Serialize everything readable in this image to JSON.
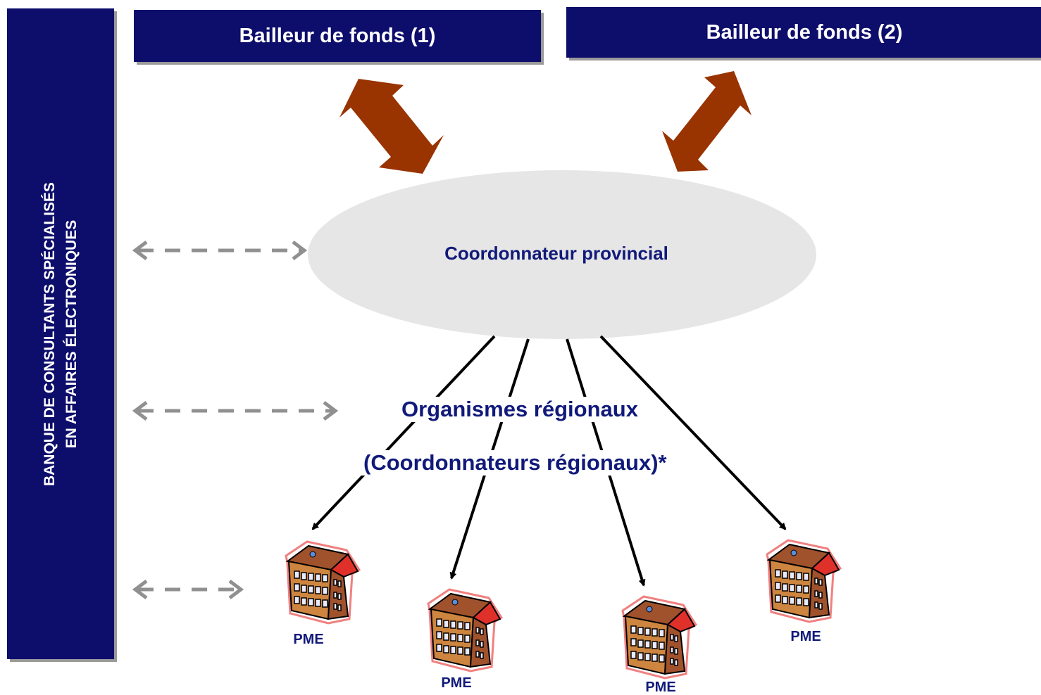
{
  "funders": [
    {
      "label": "Bailleur de fonds (1)"
    },
    {
      "label": "Bailleur de fonds (2)"
    }
  ],
  "side_bar": {
    "line1": "BANQUE DE CONSULTANTS SPÉCIALISÉS",
    "line2": "EN AFFAIRES ÉLECTRONIQUES"
  },
  "provincial": {
    "label": "Coordonnateur provincial"
  },
  "regional": {
    "line1": "Organismes régionaux",
    "line2": "(Coordonnateurs régionaux)*"
  },
  "pmes": [
    {
      "label": "PME"
    },
    {
      "label": "PME"
    },
    {
      "label": "PME"
    },
    {
      "label": "PME"
    }
  ],
  "colors": {
    "box": "#0d0d6b",
    "text_dark": "#111a7a",
    "double_arrow": "#993300",
    "ellipse": "#e6e6e6",
    "dashed_arrow": "#909090"
  }
}
